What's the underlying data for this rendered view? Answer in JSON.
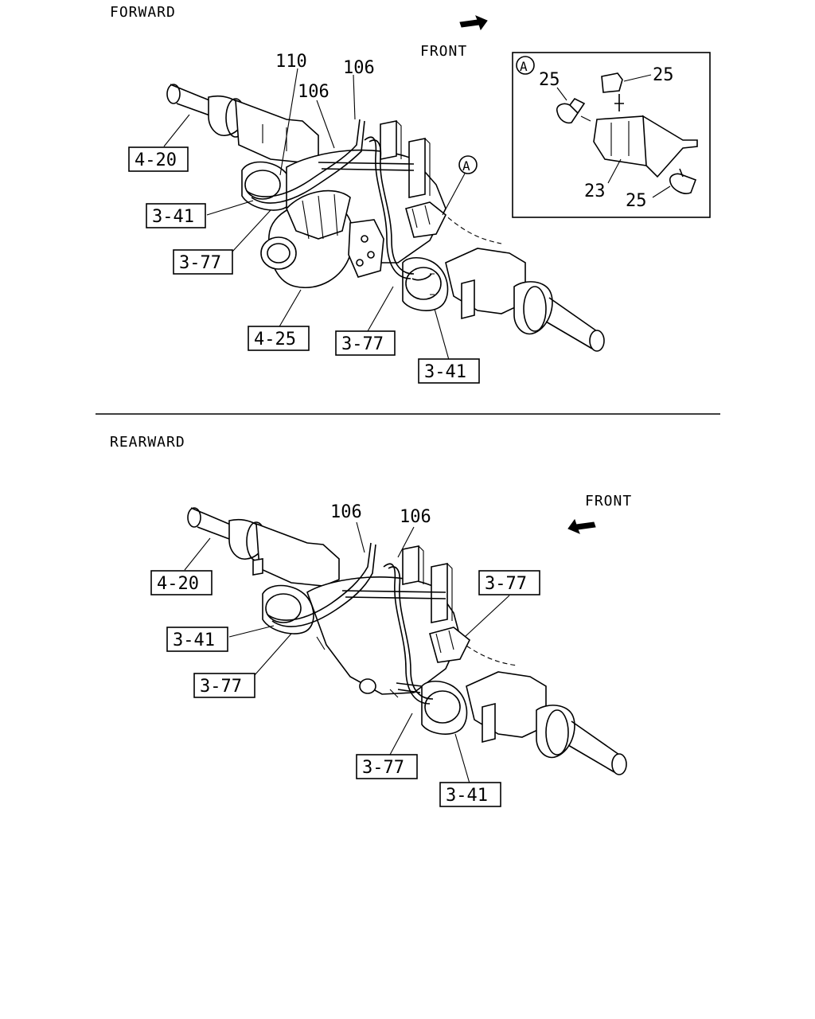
{
  "forward": {
    "title": "FORWARD",
    "front_label": "FRONT",
    "callouts": {
      "c110": "110",
      "c106a": "106",
      "c106b": "106",
      "c420": "4-20",
      "c341_left": "3-41",
      "c377_left": "3-77",
      "c425": "4-25",
      "c377_bottom": "3-77",
      "c341_bottom": "3-41",
      "detail_marker": "A"
    },
    "detail": {
      "marker": "A",
      "c25_a": "25",
      "c25_b": "25",
      "c25_c": "25",
      "c23": "23"
    }
  },
  "rearward": {
    "title": "REARWARD",
    "front_label": "FRONT",
    "callouts": {
      "c106a": "106",
      "c106b": "106",
      "c420": "4-20",
      "c341_left": "3-41",
      "c377_left": "3-77",
      "c377_right": "3-77",
      "c377_bottom": "3-77",
      "c341_bottom": "3-41"
    }
  }
}
